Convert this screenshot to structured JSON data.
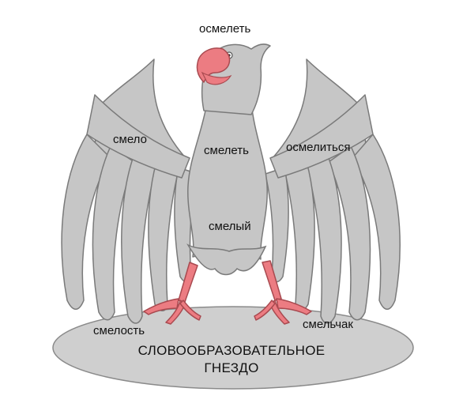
{
  "colors": {
    "body": "#c6c6c6",
    "outline": "#7a7a7a",
    "beak": "#ec7c82",
    "beak_outline": "#a94a50",
    "legs": "#ec7c82",
    "nest_fill": "#cfcfcf",
    "nest_outline": "#8a8a8a",
    "text": "#111111"
  },
  "words": {
    "top": "осмелеть",
    "left_wing": "смело",
    "chest": "смелеть",
    "right_wing": "осмелиться",
    "belly": "смелый",
    "left_foot": "смелость",
    "right_foot": "смельчак"
  },
  "nest": {
    "line1": "СЛОВООБРАЗОВАТЕЛЬНОЕ",
    "line2": "ГНЕЗДО"
  }
}
